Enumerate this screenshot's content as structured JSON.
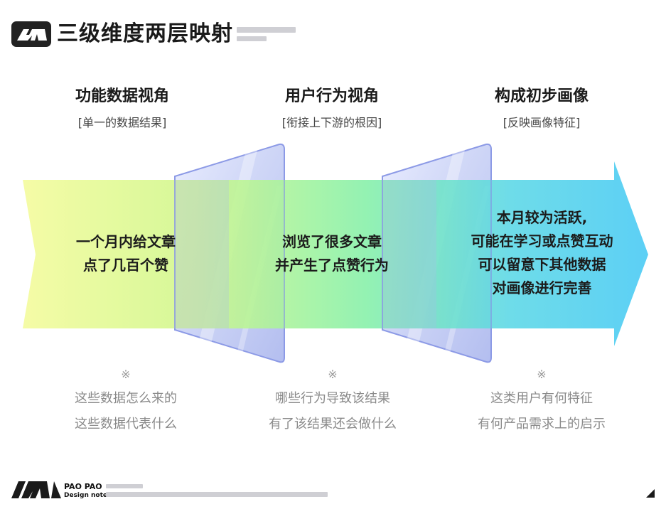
{
  "header": {
    "title": "三级维度两层映射"
  },
  "columns": [
    {
      "title": "功能数据视角",
      "subtitle": "[单一的数据结果]",
      "stage_lines": [
        "一个月内给文章",
        "点了几百个赞"
      ],
      "mark": "※",
      "questions": [
        "这些数据怎么来的",
        "这些数据代表什么"
      ]
    },
    {
      "title": "用户行为视角",
      "subtitle": "[衔接上下游的根因]",
      "stage_lines": [
        "浏览了很多文章",
        "并产生了点赞行为"
      ],
      "mark": "※",
      "questions": [
        "哪些行为导致该结果",
        "有了该结果还会做什么"
      ]
    },
    {
      "title": "构成初步画像",
      "subtitle": "[反映画像特征]",
      "stage_lines": [
        "本月较为活跃,",
        "可能在学习或点赞互动",
        "可以留意下其他数据",
        "对画像进行完善"
      ],
      "mark": "※",
      "questions": [
        "这类用户有何特征",
        "有何产品需求上的启示"
      ]
    }
  ],
  "footer": {
    "brand": "PAO PAO",
    "tagline": "Design notes"
  },
  "colors": {
    "arrow_start": "#f4fb9a",
    "arrow_mid": "#85f0a8",
    "arrow_end": "#46c9f4",
    "panel": "#8c9ae6"
  }
}
